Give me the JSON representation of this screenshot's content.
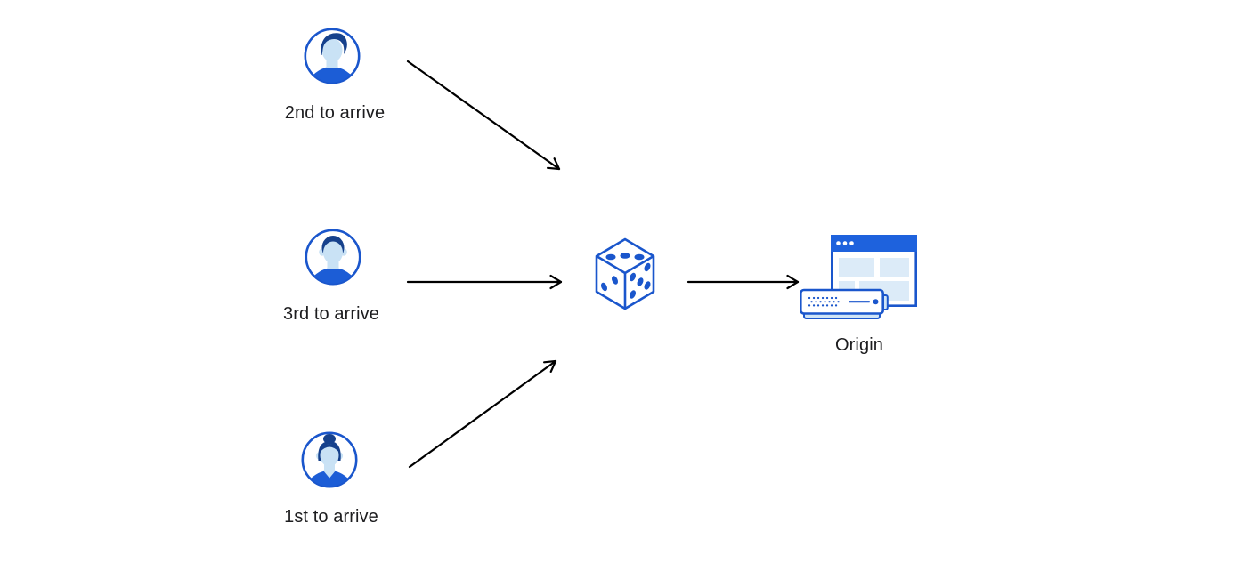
{
  "diagram": {
    "name": "random-steering-load-balancing-diagram",
    "nodes": [
      {
        "id": "user-2nd",
        "label": "2nd to arrive",
        "icon": "male-avatar-swoosh-hair-icon"
      },
      {
        "id": "user-3rd",
        "label": "3rd to arrive",
        "icon": "male-avatar-flat-hair-icon"
      },
      {
        "id": "user-1st",
        "label": "1st to arrive",
        "icon": "female-avatar-bun-hair-icon"
      },
      {
        "id": "randomizer",
        "label": "",
        "icon": "dice-icon"
      },
      {
        "id": "origin",
        "label": "Origin",
        "icon": "origin-server-browser-icon"
      }
    ],
    "edges": [
      {
        "from": "user-2nd",
        "to": "randomizer"
      },
      {
        "from": "user-3rd",
        "to": "randomizer"
      },
      {
        "from": "user-1st",
        "to": "randomizer"
      },
      {
        "from": "randomizer",
        "to": "origin"
      }
    ],
    "colors": {
      "icon_stroke_blue": "#1a56cc",
      "dark_hair_blue": "#16418c",
      "shirt_blue": "#1c5dd6",
      "skin_light_blue": "#c9e2f5",
      "titlebar_blue": "#1e62dd",
      "panel_light_blue": "#dcebf8",
      "server_base_blue": "#cfe4f6",
      "arrow_black": "#000000",
      "label_text": "#1d1d1f",
      "background": "#ffffff"
    }
  }
}
